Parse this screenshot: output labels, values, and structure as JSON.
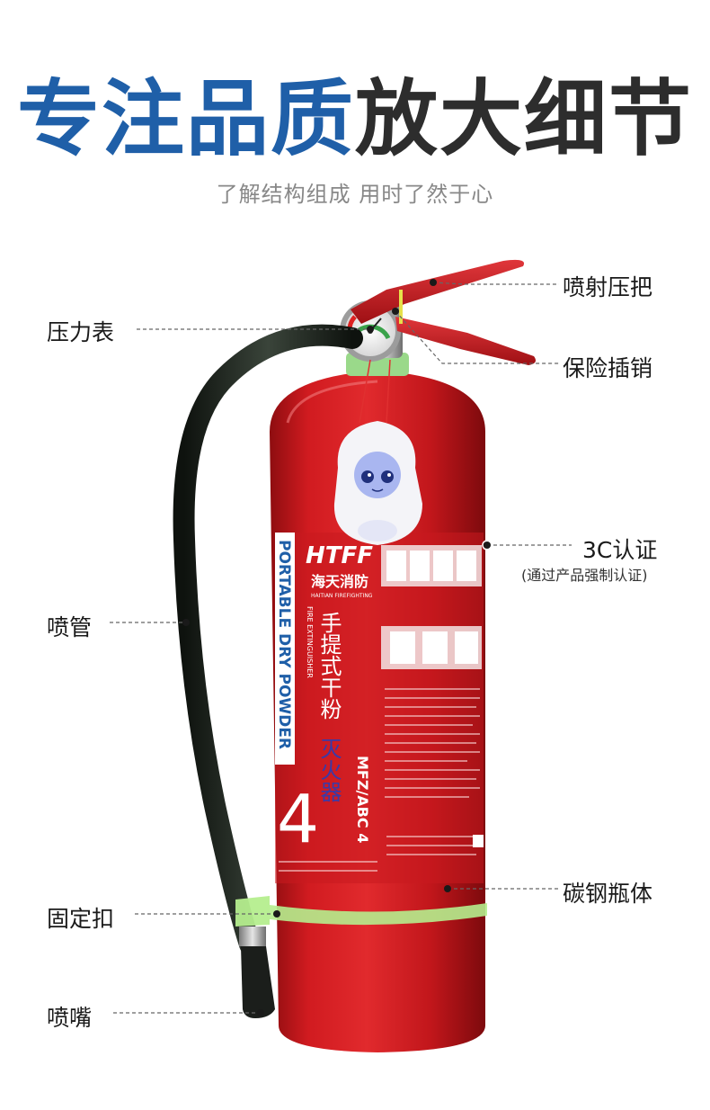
{
  "header": {
    "title_blue": "专注品质",
    "title_dark": "放大细节",
    "subtitle": "了解结构组成 用时了然于心"
  },
  "callouts": {
    "handle": "喷射压把",
    "gauge": "压力表",
    "pin": "保险插销",
    "cert": "3C认证",
    "cert_note": "(通过产品强制认证)",
    "hose": "喷管",
    "body": "碳钢瓶体",
    "clip": "固定扣",
    "nozzle": "喷嘴"
  },
  "extinguisher": {
    "brand_logo": "HTFF",
    "brand_cn": "海天消防",
    "brand_en": "HAITIAN FIREFIGHTING",
    "vertical_en": "PORTABLE DRY POWDER",
    "size_number": "4",
    "name_cn_1": "手提式干粉",
    "name_cn_2": "灭火器",
    "fire_ext_en": "FIRE EXTINGUISHER",
    "model": "MFZ/ABC 4"
  },
  "colors": {
    "title_blue": "#1f5fa8",
    "body_red": "#c8171c",
    "hose_black": "#1d221d",
    "clip_green": "#b5ee8e"
  }
}
